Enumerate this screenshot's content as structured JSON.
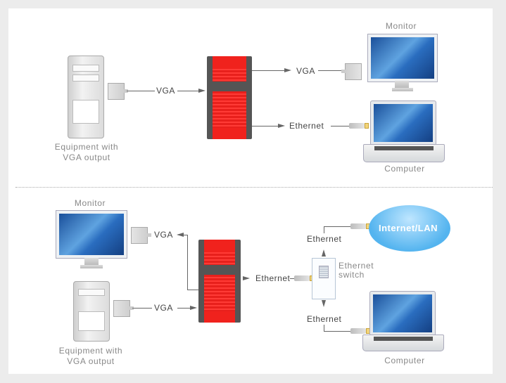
{
  "diagram": {
    "top": {
      "source_caption": "Equipment with\nVGA output",
      "source_link_label": "VGA",
      "out_vga_label": "VGA",
      "out_eth_label": "Ethernet",
      "monitor_caption": "Monitor",
      "computer_caption": "Computer"
    },
    "bottom": {
      "monitor_caption": "Monitor",
      "monitor_link_label": "VGA",
      "source_link_label": "VGA",
      "source_caption": "Equipment with\nVGA output",
      "device_eth_label": "Ethernet",
      "switch_caption": "Ethernet\nswitch",
      "up_eth_label": "Ethernet",
      "down_eth_label": "Ethernet",
      "cloud_label": "Internet/LAN",
      "computer_caption": "Computer"
    }
  },
  "colors": {
    "device_red": "#f0221d",
    "cloud_blue": "#54b4ef",
    "line": "#666666"
  }
}
